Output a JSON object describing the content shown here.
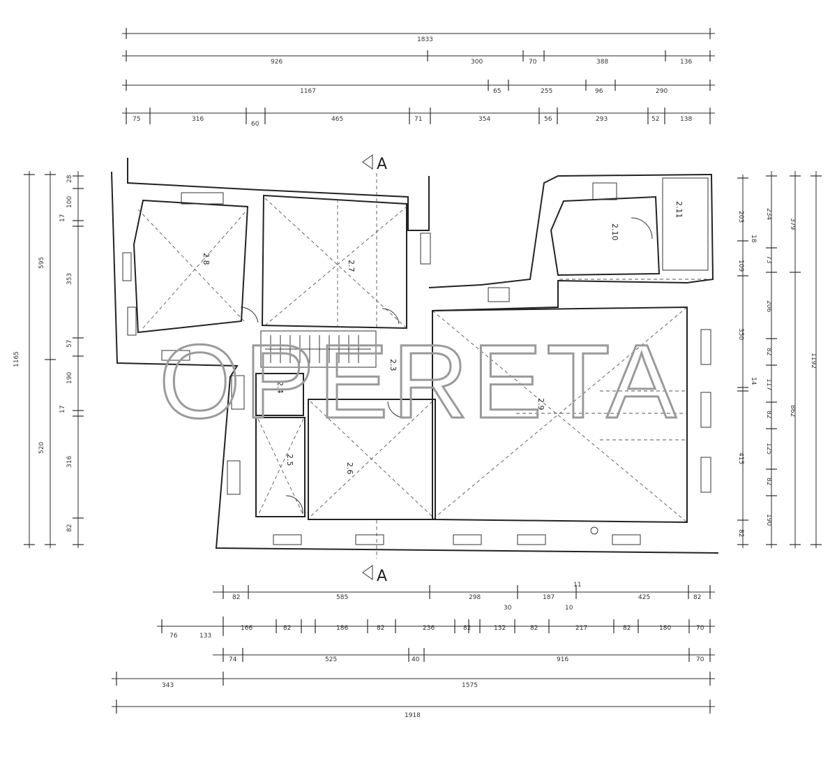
{
  "watermark": "OPERETA",
  "section_marker": "A",
  "rooms": [
    "2.3",
    "2.4",
    "2.5",
    "2.6",
    "2.7",
    "2.8",
    "2.9",
    "2.10",
    "2.11"
  ],
  "dims_top": {
    "row1": [
      "1833"
    ],
    "row2": [
      "926",
      "300",
      "70",
      "388",
      "136"
    ],
    "row3": [
      "1167",
      "65",
      "255",
      "96",
      "290"
    ],
    "row4": [
      "75",
      "316",
      "60",
      "465",
      "71",
      "354",
      "56",
      "293",
      "52",
      "138"
    ]
  },
  "dims_bottom": {
    "row1": [
      "82",
      "585",
      "298",
      "187",
      "425",
      "82",
      "30",
      "10",
      "11"
    ],
    "row2": [
      "76",
      "133",
      "166",
      "82",
      "186",
      "82",
      "236",
      "82",
      "132",
      "82",
      "217",
      "82",
      "180",
      "70"
    ],
    "row3": [
      "74",
      "525",
      "40",
      "916",
      "70"
    ],
    "row4": [
      "343",
      "1575"
    ],
    "row5": [
      "1918"
    ]
  },
  "dims_left": {
    "outer": [
      "1165"
    ],
    "mid": [
      "595",
      "520"
    ],
    "inner": [
      "28",
      "100",
      "17",
      "353",
      "57",
      "190",
      "17",
      "316",
      "82"
    ]
  },
  "dims_right": {
    "inner": [
      "203",
      "18",
      "109",
      "350",
      "14",
      "415",
      "82"
    ],
    "mid": [
      "234",
      "73",
      "206",
      "82",
      "117",
      "82",
      "125",
      "82",
      "190"
    ],
    "outer": [
      "379",
      "862",
      "1192"
    ]
  }
}
